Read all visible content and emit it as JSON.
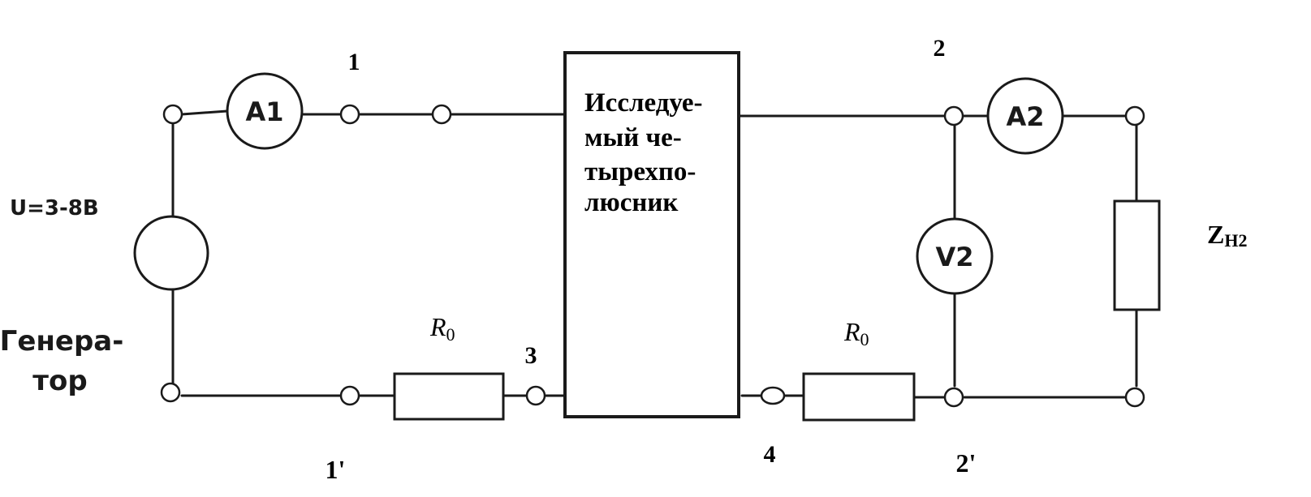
{
  "source": {
    "voltage_label": "U=3-8B",
    "name_line1": "Генера-",
    "name_line2": "тор"
  },
  "meters": {
    "a1": "A1",
    "a2": "A2",
    "v2": "V2"
  },
  "terminals": {
    "t1": "1",
    "t1p": "1'",
    "t2": "2",
    "t2p": "2'",
    "t3": "3",
    "t4": "4"
  },
  "resistors": {
    "r0_left_main": "R",
    "r0_left_sub": "0",
    "r0_right_main": "R",
    "r0_right_sub": "0"
  },
  "load": {
    "main": "Z",
    "sub": "H2"
  },
  "network": {
    "line1": "Исследуе-",
    "line2": "мый че-",
    "line3": "тырехпо-",
    "line4": "люсник"
  }
}
